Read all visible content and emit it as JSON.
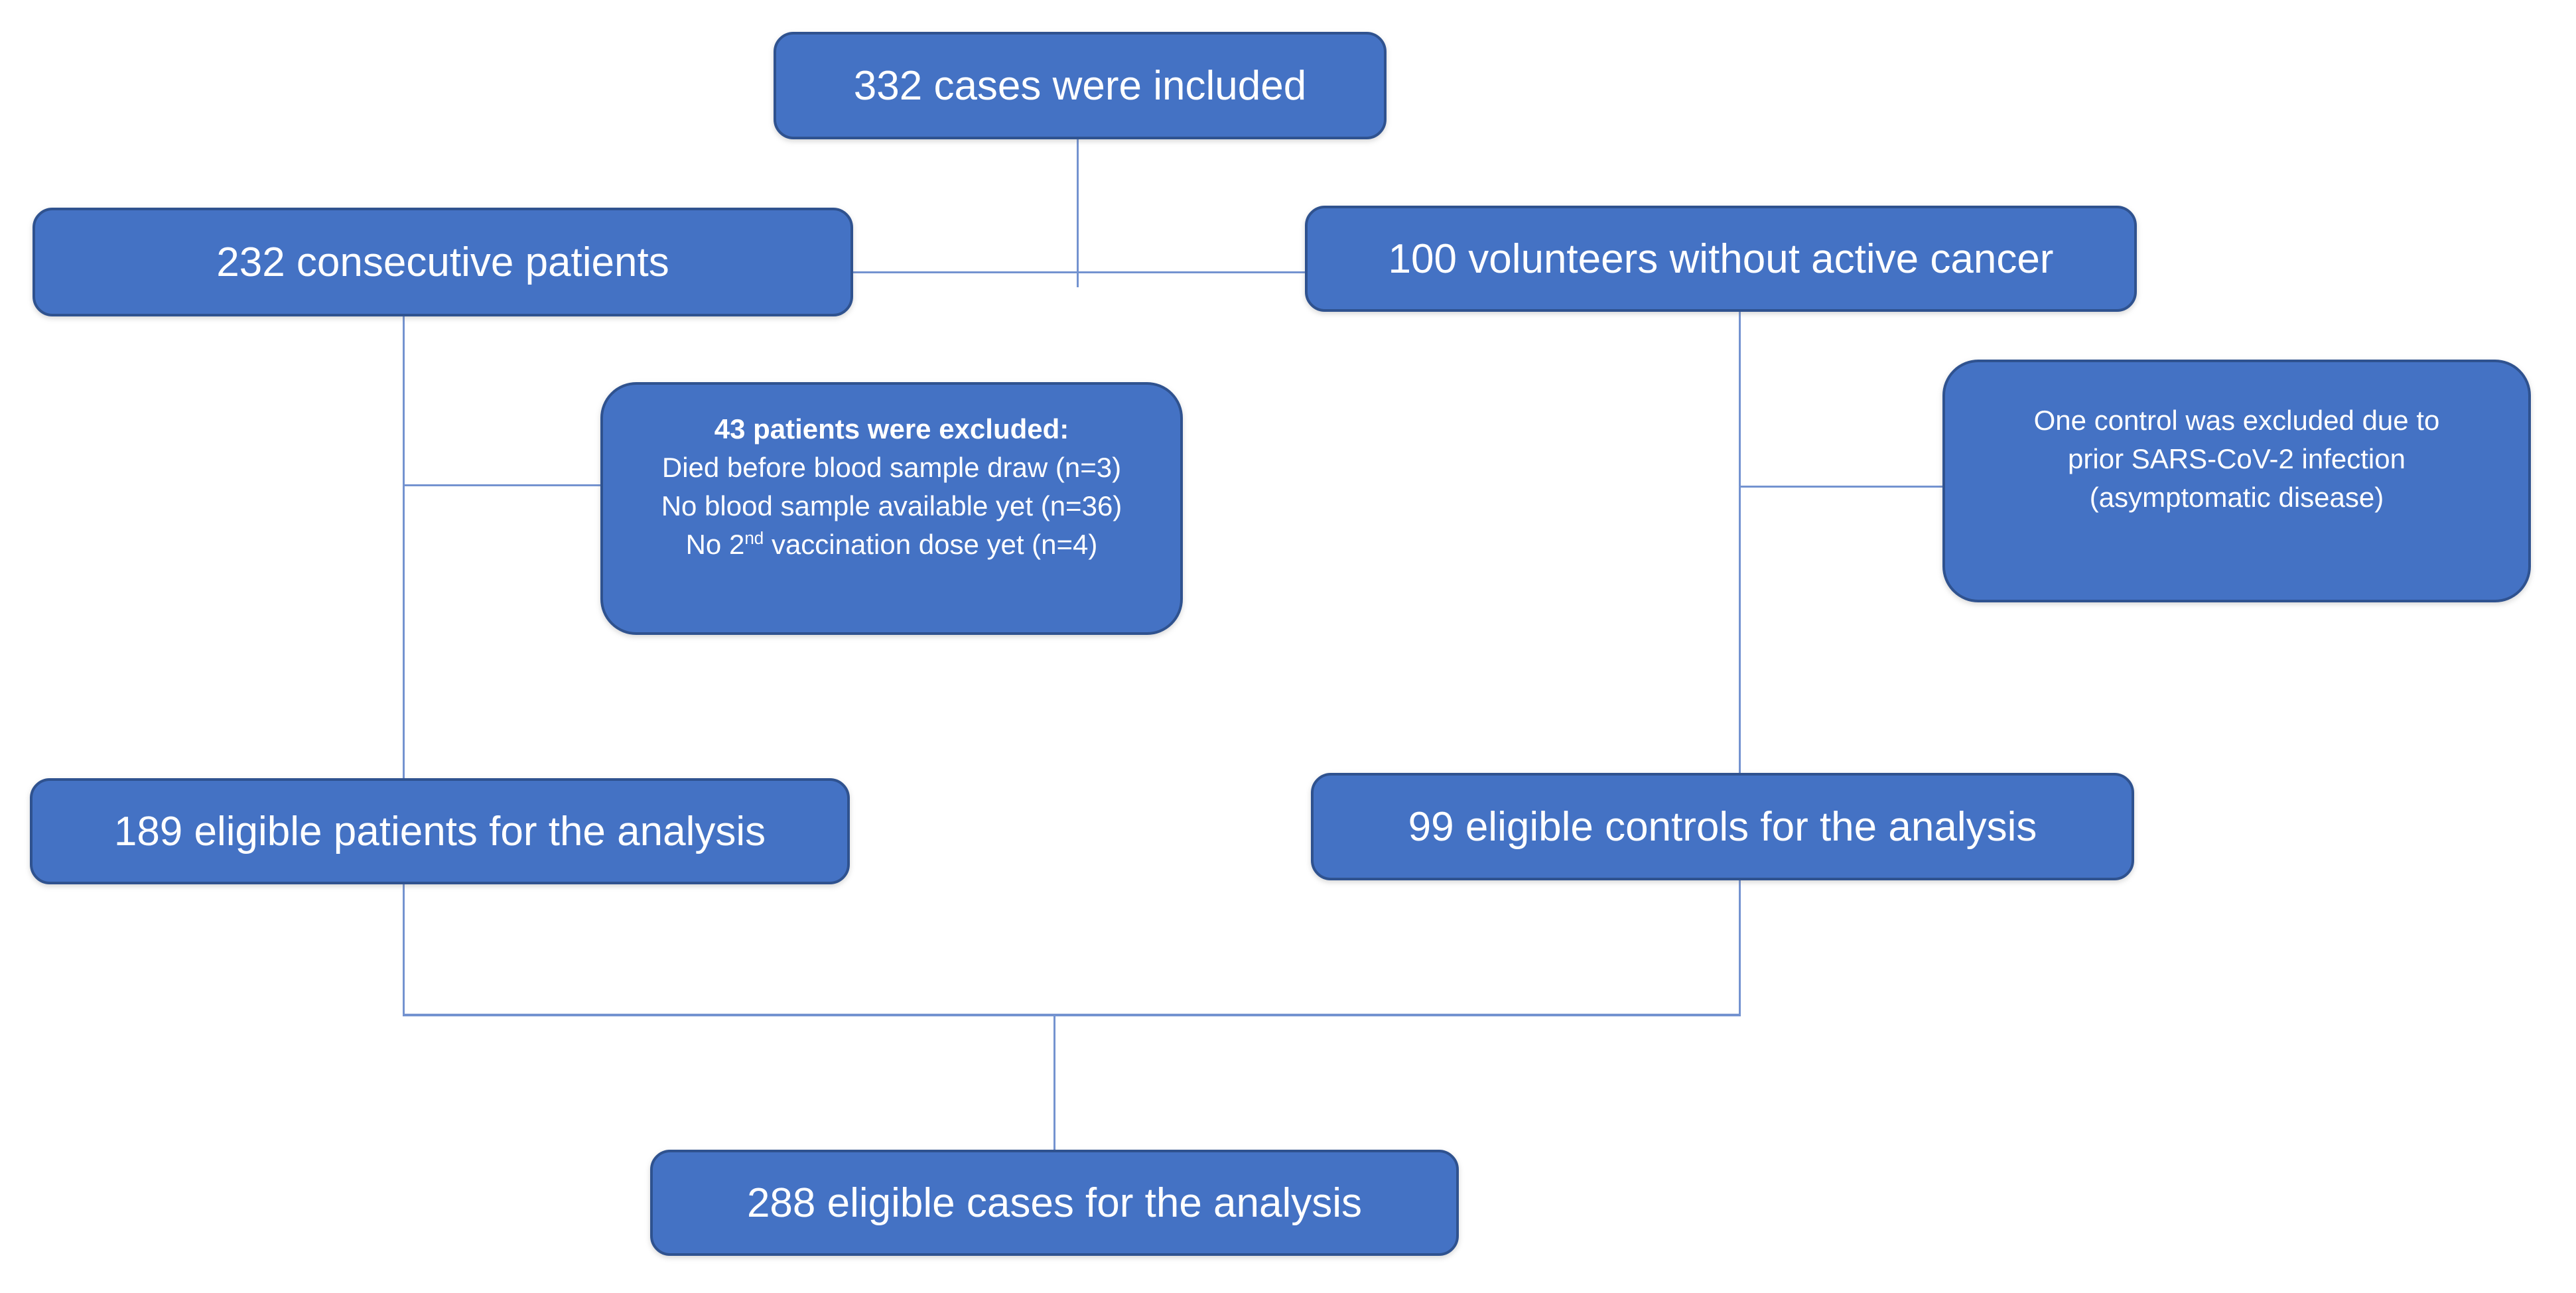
{
  "diagram": {
    "boxes": {
      "included": {
        "label": "332 cases were included"
      },
      "patients": {
        "label": "232 consecutive patients"
      },
      "volunteers": {
        "label": "100 volunteers without active cancer"
      },
      "patients_excluded": {
        "title": "43 patients were excluded:",
        "line1": "Died before blood sample draw (n=3)",
        "line2": "No blood sample available yet (n=36)",
        "line3_pre": "No 2",
        "line3_sup": "nd",
        "line3_post": " vaccination dose yet (n=4)"
      },
      "control_excluded": {
        "line1": "One control was excluded due to",
        "line2": "prior SARS-CoV-2 infection",
        "line3": "(asymptomatic disease)"
      },
      "eligible_patients": {
        "label": "189 eligible patients for the analysis"
      },
      "eligible_controls": {
        "label": "99 eligible controls for the analysis"
      },
      "eligible_cases": {
        "label": "288 eligible cases for the analysis"
      }
    },
    "colors": {
      "background": "#ffffff",
      "box_fill": "#4472C4",
      "box_border": "#2F528F",
      "connector": "#7493D0",
      "text": "#ffffff"
    }
  }
}
